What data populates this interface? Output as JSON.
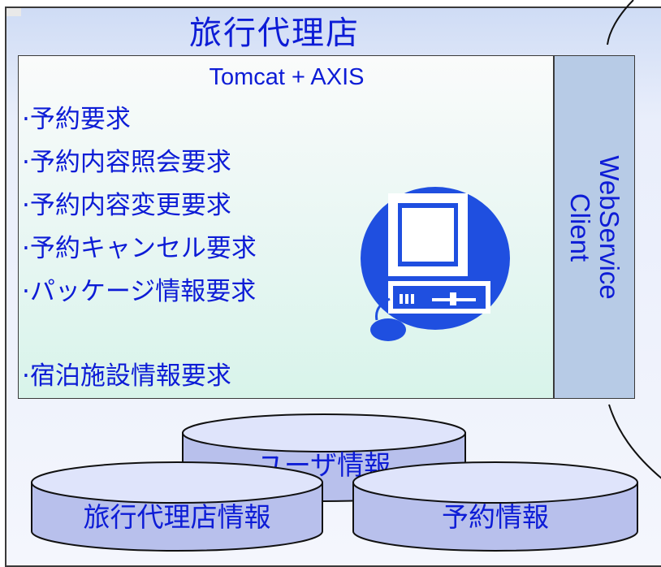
{
  "agency_title": "旅行代理店",
  "server": {
    "header": "Tomcat + AXIS",
    "requests": [
      "·予約要求",
      "·予約内容照会要求",
      "·予約内容変更要求",
      "·予約キャンセル要求",
      "·パッケージ情報要求",
      "·宿泊施設情報要求"
    ]
  },
  "client": {
    "line1": "WebService",
    "line2": "Client"
  },
  "databases": {
    "user": "ユーザ情報",
    "agency": "旅行代理店情報",
    "reservation": "予約情報"
  },
  "icons": [
    "computer-icon",
    "database-cylinder-icon"
  ],
  "colors": {
    "text": "#0d1cd6",
    "client_bg": "#b7cbe6",
    "db_body": "#b8c0ec",
    "computer": "#1f4fe0"
  }
}
